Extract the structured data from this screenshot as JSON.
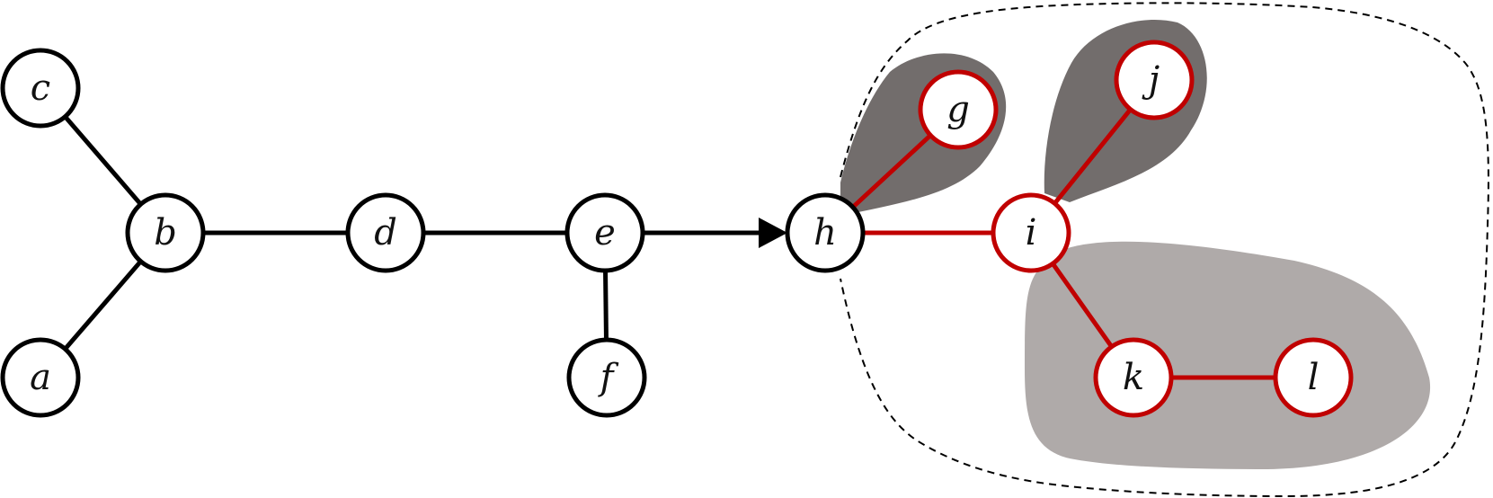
{
  "colors": {
    "black": "#000000",
    "red": "#c00000",
    "dark_gray": "#726d6c",
    "light_gray": "#afaaa9",
    "node_fill": "#ffffff"
  },
  "nodes": {
    "a": {
      "label": "a",
      "group": "black"
    },
    "b": {
      "label": "b",
      "group": "black"
    },
    "c": {
      "label": "c",
      "group": "black"
    },
    "d": {
      "label": "d",
      "group": "black"
    },
    "e": {
      "label": "e",
      "group": "black"
    },
    "f": {
      "label": "f",
      "group": "black"
    },
    "h": {
      "label": "h",
      "group": "black"
    },
    "g": {
      "label": "g",
      "group": "red"
    },
    "i": {
      "label": "i",
      "group": "red"
    },
    "j": {
      "label": "j",
      "group": "red"
    },
    "k": {
      "label": "k",
      "group": "red"
    },
    "l": {
      "label": "l",
      "group": "red"
    }
  },
  "edges": [
    {
      "from": "c",
      "to": "b",
      "color": "black"
    },
    {
      "from": "a",
      "to": "b",
      "color": "black"
    },
    {
      "from": "b",
      "to": "d",
      "color": "black"
    },
    {
      "from": "d",
      "to": "e",
      "color": "black"
    },
    {
      "from": "e",
      "to": "f",
      "color": "black"
    },
    {
      "from": "e",
      "to": "h",
      "color": "black",
      "directed": true
    },
    {
      "from": "h",
      "to": "g",
      "color": "red"
    },
    {
      "from": "h",
      "to": "i",
      "color": "red"
    },
    {
      "from": "i",
      "to": "j",
      "color": "red"
    },
    {
      "from": "i",
      "to": "k",
      "color": "red"
    },
    {
      "from": "k",
      "to": "l",
      "color": "red"
    }
  ],
  "regions": [
    {
      "name": "region-g",
      "fill": "dark_gray"
    },
    {
      "name": "region-j",
      "fill": "dark_gray"
    },
    {
      "name": "region-kl",
      "fill": "light_gray"
    },
    {
      "name": "dashed-boundary",
      "style": "dashed"
    }
  ]
}
